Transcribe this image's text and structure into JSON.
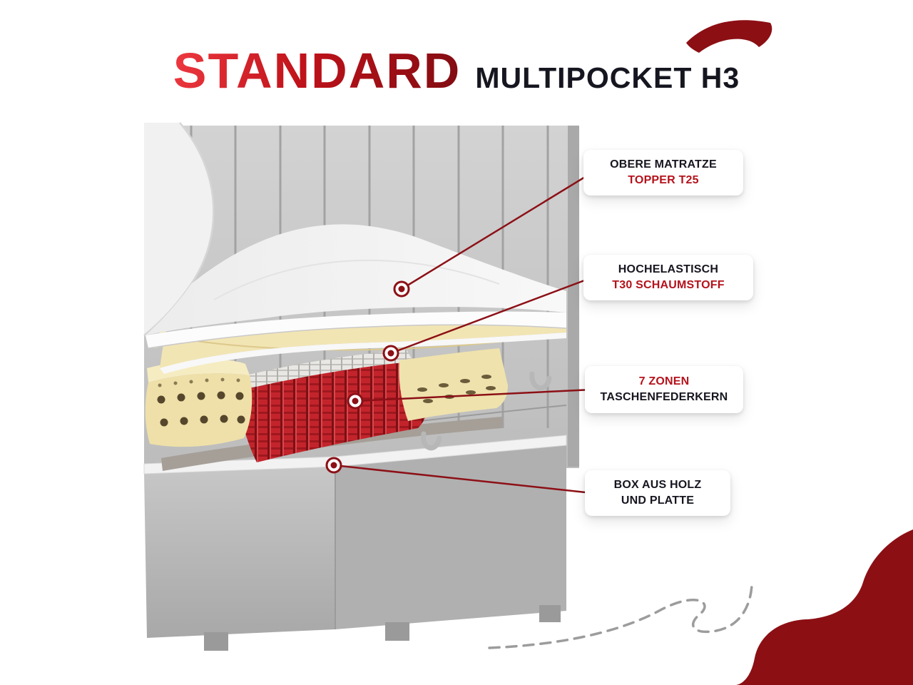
{
  "title": {
    "main": "STANDARD",
    "sub": "MULTIPOCKET H3"
  },
  "callouts": [
    {
      "line1": "OBERE MATRATZE",
      "line2": "TOPPER T25",
      "emphasis": "line2"
    },
    {
      "line1": "HOCHELASTISCH",
      "line2": "T30 SCHAUMSTOFF",
      "emphasis": "line2"
    },
    {
      "line1": "7 ZONEN",
      "line2": "TASCHENFEDERKERN",
      "emphasis": "line1"
    },
    {
      "line1": "BOX AUS HOLZ",
      "line2": "UND PLATTE",
      "emphasis": "none"
    }
  ],
  "colors": {
    "accent_red": "#b5121b",
    "decor_red": "#8c0f14",
    "text_dark": "#161620",
    "connector_red": "#8c1016"
  }
}
